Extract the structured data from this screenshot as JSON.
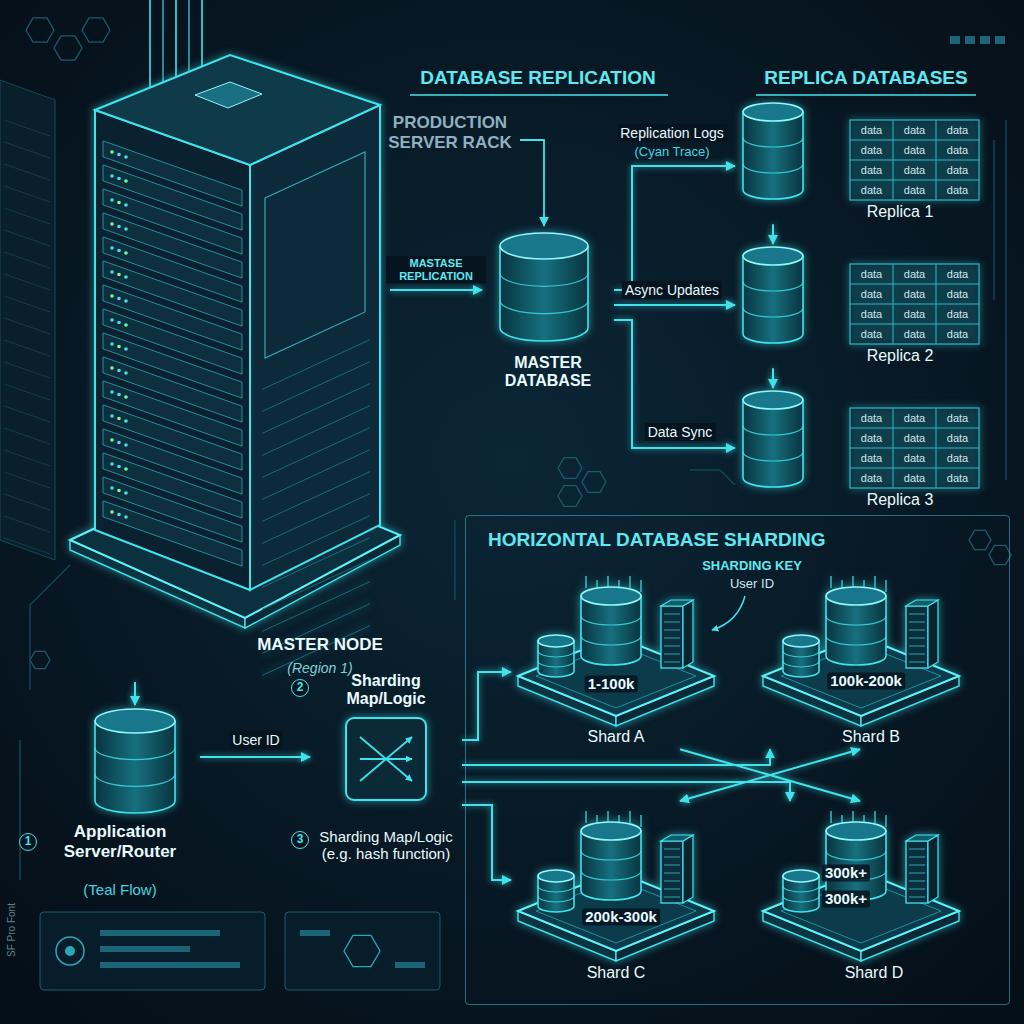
{
  "diagram": {
    "nodes": [
      {
        "text": [
          "MASTER NODE",
          "(Region 1)"
        ]
      },
      {
        "text": [
          "MASTER DATABASE"
        ]
      },
      {
        "text": [
          "Replica 1"
        ]
      },
      {
        "text": [
          "Replica 2"
        ]
      },
      {
        "text": [
          "Replica 3"
        ]
      },
      {
        "text": [
          "HORIZONTAL DATABASE SHARDING"
        ]
      },
      {
        "text": [
          "1-100k",
          "Shard A"
        ],
        "in": 5
      },
      {
        "text": [
          "100k-200k",
          "Shard B"
        ],
        "in": 5
      },
      {
        "text": [
          "200k-300k",
          "Shard C"
        ],
        "in": 5
      },
      {
        "text": [
          "300k+",
          "300k+",
          "Shard D"
        ],
        "in": 5
      },
      {
        "text": [
          "Application Server/Router",
          "(Teal Flow)"
        ]
      },
      {
        "text": [
          "Sharding Map/Logic",
          "Sharding Map/Logic (e.g. hash function)"
        ]
      }
    ],
    "edges": [
      {
        "from": 0,
        "to": 1,
        "arrow": "to",
        "label": "MASTASE REPLICATION"
      },
      {
        "from": 1,
        "to": 2,
        "arrow": "to",
        "label": "Replication Logs"
      },
      {
        "from": 1,
        "to": 3,
        "arrow": "to",
        "label": "Async Updates"
      },
      {
        "from": 1,
        "to": 4,
        "arrow": "to",
        "label": "Data Sync"
      },
      {
        "from": 2,
        "to": 3,
        "arrow": "to"
      },
      {
        "from": 3,
        "to": 4,
        "arrow": "to"
      },
      {
        "from": 0,
        "to": 10,
        "arrow": "to"
      },
      {
        "from": 10,
        "to": 11,
        "arrow": "to",
        "label": "User ID"
      },
      {
        "from": 11,
        "to": 6,
        "arrow": "to"
      },
      {
        "from": 11,
        "to": 7,
        "arrow": "to"
      },
      {
        "from": 11,
        "to": 8,
        "arrow": "to"
      },
      {
        "from": 11,
        "to": 9,
        "arrow": "to"
      },
      {
        "from": 6,
        "to": 9,
        "arrow": "to"
      },
      {
        "from": 8,
        "to": 7,
        "arrow": "both"
      }
    ],
    "labels": [
      "DATABASE REPLICATION",
      "REPLICA DATABASES",
      "PRODUCTION SERVER RACK",
      "(Cyan Trace)",
      "SHARDING KEY",
      "User ID",
      "1",
      "2",
      "3",
      "SF Pro Font",
      "data",
      "data",
      "data",
      "data",
      "data",
      "data",
      "data",
      "data",
      "data",
      "data",
      "data",
      "data",
      "data",
      "data",
      "data",
      "data",
      "data",
      "data",
      "data",
      "data",
      "data",
      "data",
      "data",
      "data",
      "data",
      "data",
      "data",
      "data",
      "data",
      "data",
      "data",
      "data",
      "data",
      "data",
      "data",
      "data"
    ]
  }
}
